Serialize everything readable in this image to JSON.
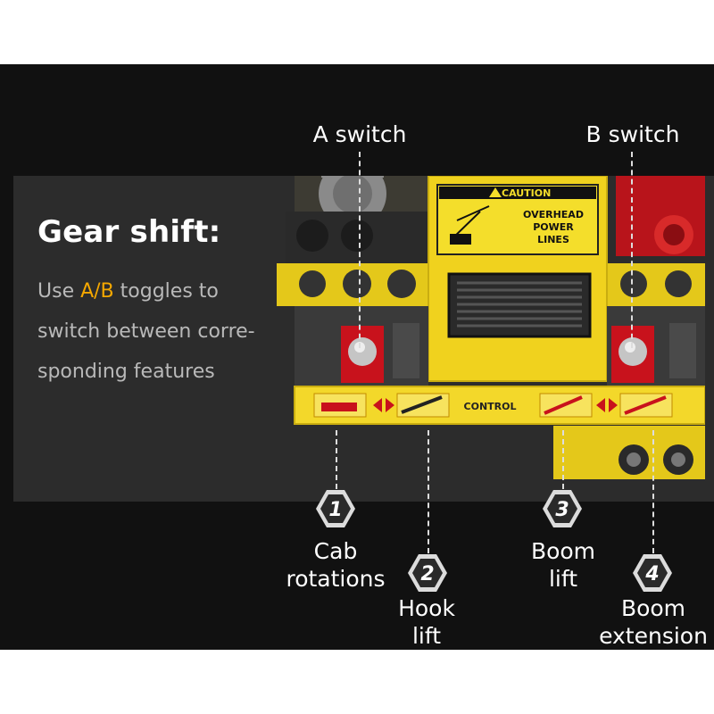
{
  "heading": "Gear shift:",
  "description": {
    "prefix": "Use ",
    "highlight": "A/B",
    "line1_suffix": " toggles to",
    "line2": "switch between corre-",
    "line3": "sponding features"
  },
  "switches": {
    "a": "A switch",
    "b": "B switch"
  },
  "sign": {
    "caution": "CAUTION",
    "line1": "OVERHEAD",
    "line2": "POWER",
    "line3": "LINES"
  },
  "strip_label": "CONTROL",
  "features": [
    {
      "number": "1",
      "line1": "Cab",
      "line2": "rotations"
    },
    {
      "number": "2",
      "line1": "Hook",
      "line2": "lift"
    },
    {
      "number": "3",
      "line1": "Boom",
      "line2": "lift"
    },
    {
      "number": "4",
      "line1": "Boom",
      "line2": "extension"
    }
  ],
  "colors": {
    "highlight": "#f5a800",
    "model_yellow": "#e9cf1c",
    "model_red": "#c8121c",
    "background": "#111111",
    "panel": "#2c2c2c"
  }
}
